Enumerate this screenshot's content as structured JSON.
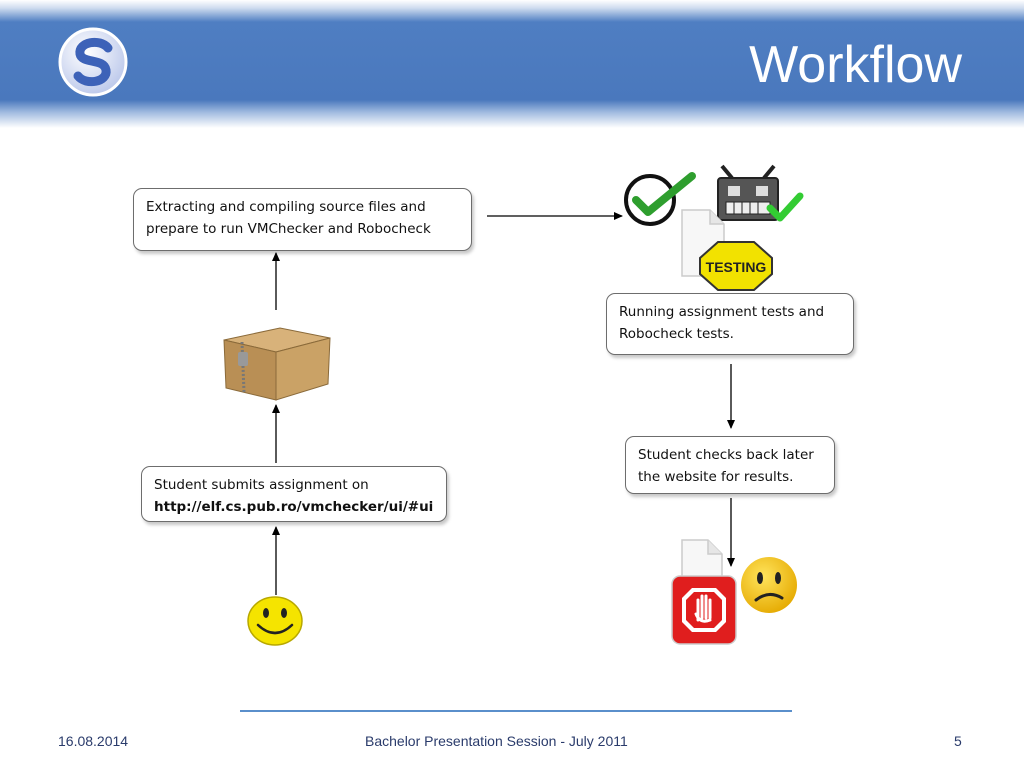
{
  "slide": {
    "title": "Workflow"
  },
  "boxes": {
    "extract": {
      "lines": [
        "Extracting and compiling source files and",
        "prepare to run VMChecker and Robocheck"
      ]
    },
    "submit": {
      "lines": [
        "Student submits assignment on",
        "http://elf.cs.pub.ro/vmchecker/ui/#ui"
      ]
    },
    "running": {
      "lines": [
        "Running assignment tests and",
        "Robocheck tests."
      ]
    },
    "checks": {
      "lines": [
        "Student checks back later",
        "the website for results."
      ]
    }
  },
  "icons": {
    "testing_sign": "TESTING"
  },
  "footer": {
    "date": "16.08.2014",
    "session": "Bachelor Presentation Session - July 2011",
    "page": "5"
  },
  "colors": {
    "header_blue": "#4a78bd",
    "footer_text": "#2a3b6b",
    "check_green": "#2e9e2e",
    "stop_red": "#e01e1e",
    "smiley_yellow": "#f5e400"
  }
}
